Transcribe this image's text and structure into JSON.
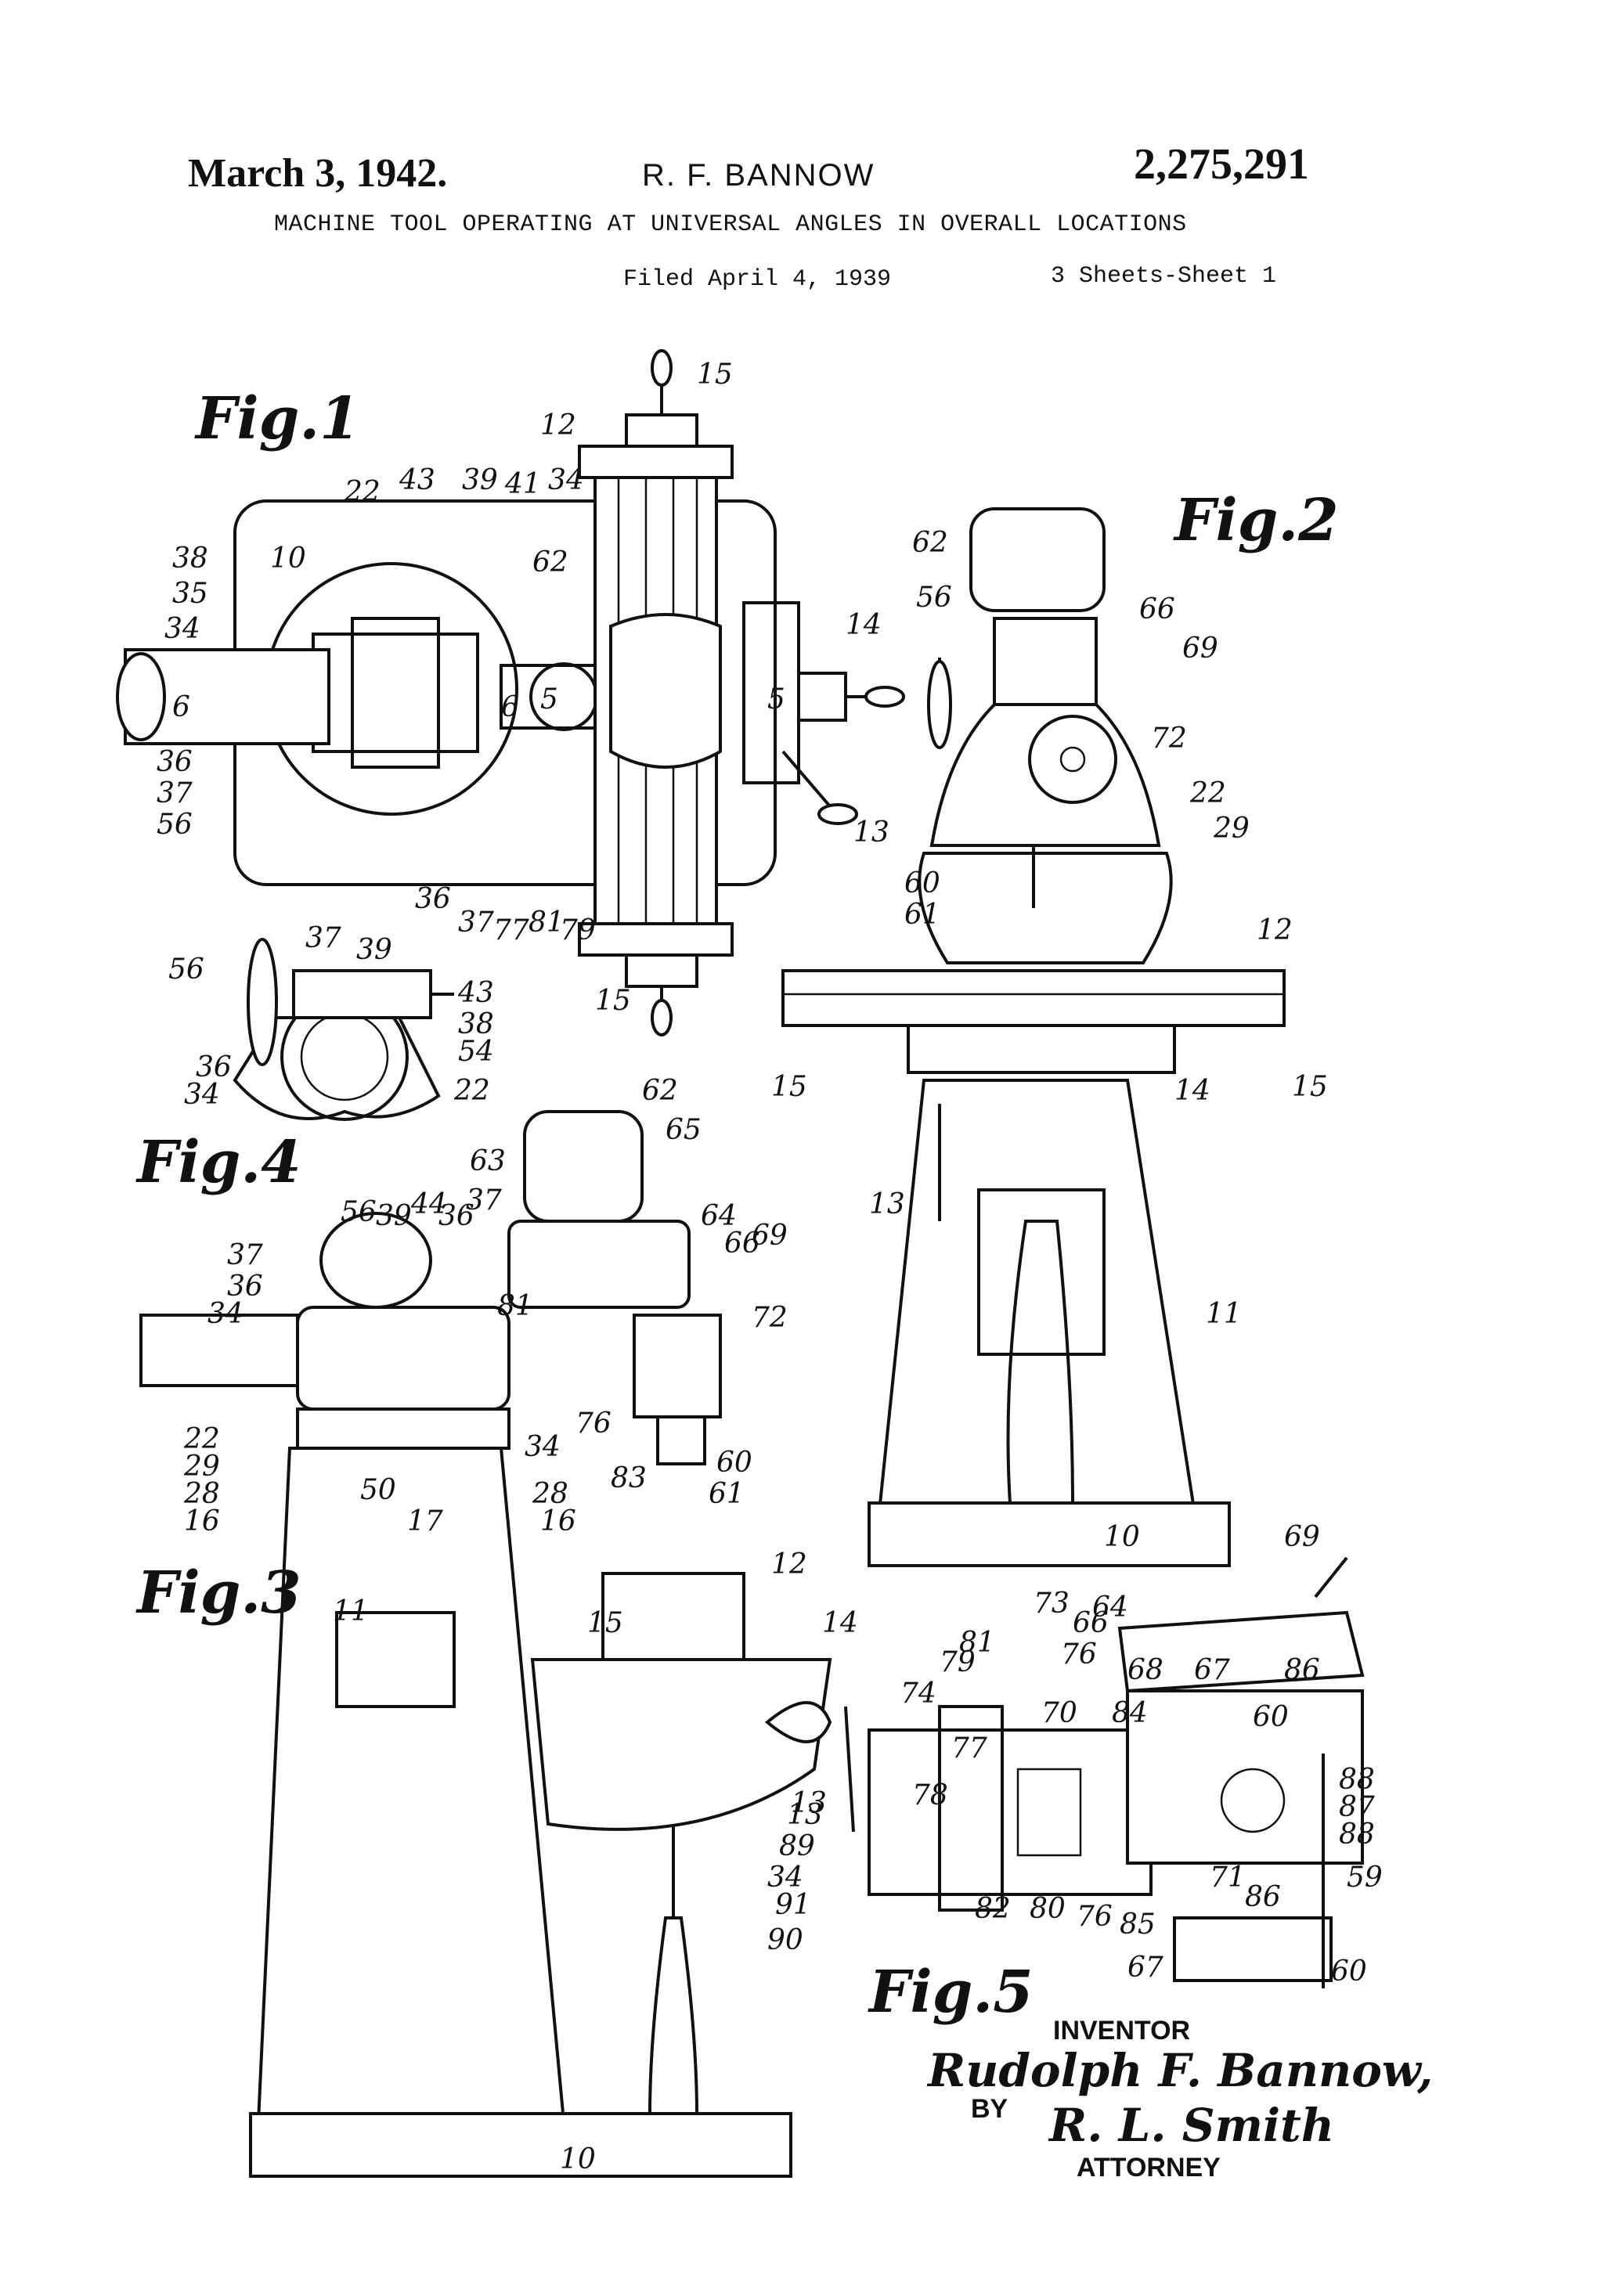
{
  "header": {
    "date": "March 3, 1942.",
    "inventor_name": "R. F. BANNOW",
    "patent_number": "2,275,291",
    "title": "MACHINE TOOL OPERATING AT UNIVERSAL ANGLES IN OVERALL LOCATIONS",
    "filed": "Filed April 4, 1939",
    "sheets": "3 Sheets-Sheet 1"
  },
  "figures": {
    "fig1": "Fig.1",
    "fig2": "Fig.2",
    "fig3": "Fig.3",
    "fig4": "Fig.4",
    "fig5": "Fig.5"
  },
  "signature": {
    "inventor_label": "INVENTOR",
    "inventor_signature": "Rudolph F. Bannow,",
    "by_label": "BY",
    "attorney_signature": "R. L. Smith",
    "attorney_label": "ATTORNEY"
  },
  "fig1_refs": [
    "15",
    "12",
    "10",
    "22",
    "43",
    "39",
    "41",
    "34",
    "38",
    "35",
    "34",
    "62",
    "14",
    "5",
    "6",
    "6",
    "5",
    "36",
    "37",
    "56",
    "36",
    "37",
    "77",
    "81",
    "79",
    "13",
    "15"
  ],
  "fig2_refs": [
    "62",
    "56",
    "66",
    "69",
    "72",
    "22",
    "29",
    "60",
    "61",
    "12",
    "15",
    "15",
    "14",
    "13",
    "11",
    "10"
  ],
  "fig3_refs": [
    "63",
    "62",
    "65",
    "64",
    "66",
    "69",
    "56",
    "39",
    "44",
    "36",
    "37",
    "37",
    "36",
    "34",
    "81",
    "72",
    "22",
    "29",
    "28",
    "16",
    "50",
    "17",
    "28",
    "16",
    "34",
    "76",
    "83",
    "60",
    "61",
    "11",
    "12",
    "15",
    "14",
    "13",
    "10"
  ],
  "fig4_refs": [
    "56",
    "37",
    "39",
    "43",
    "38",
    "54",
    "36",
    "34",
    "22"
  ],
  "fig5_refs": [
    "69",
    "64",
    "73",
    "66",
    "81",
    "76",
    "79",
    "74",
    "68",
    "67",
    "70",
    "84",
    "86",
    "60",
    "77",
    "88",
    "87",
    "88",
    "78",
    "13",
    "89",
    "34",
    "91",
    "90",
    "82",
    "80",
    "76",
    "85",
    "71",
    "86",
    "59",
    "67",
    "60"
  ]
}
